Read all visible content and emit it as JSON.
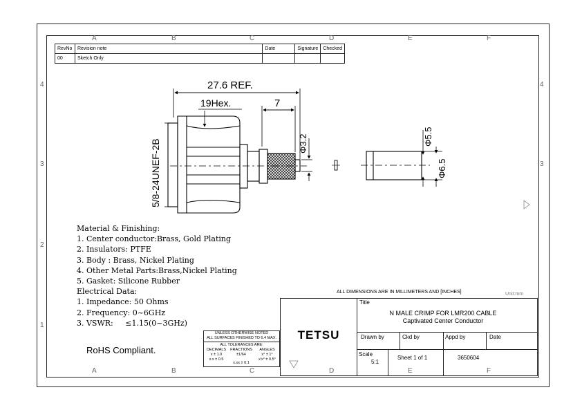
{
  "zones": {
    "top": [
      "A",
      "B",
      "C",
      "D",
      "E",
      "F"
    ],
    "bottom": [
      "A",
      "B",
      "C",
      "D",
      "E",
      "F"
    ],
    "left": [
      "4",
      "3",
      "2",
      "1"
    ],
    "right": [
      "4",
      "3"
    ]
  },
  "revision_table": {
    "headers": [
      "RevNo",
      "Revision note",
      "Date",
      "Signature",
      "Checked"
    ],
    "rows": [
      [
        "00",
        "Sketch Only",
        "",
        "",
        ""
      ]
    ]
  },
  "dimensions": {
    "overall": "27.6 REF.",
    "hex": "19Hex.",
    "crimp_length": "7",
    "pin_dia": "Φ3.2",
    "thread": "5/8-24UNEF-2B",
    "ferrule_outer": "Φ6.5",
    "ferrule_inner": "Φ5.5"
  },
  "notes": [
    "Material & Finishing:",
    "1. Center conductor:Brass, Gold Plating",
    "2. Insulators: PTFE",
    "3. Body : Brass, Nickel Plating",
    "4. Other Metal Parts:Brass,Nickel Plating",
    "5. Gasket: Silicone Rubber",
    "Electrical Data:",
    "1. Impedance: 50 Ohms",
    "2. Frequency: 0~6GHz",
    "3. VSWR:     ≤1.15(0~3GHz)"
  ],
  "rohs": "RoHS Compliant.",
  "dim_note": "ALL DIMENSIONS ARE IN MILLIMETERS AND [INCHES]",
  "unit_note": "Unit:mm",
  "tolerance": {
    "line1": "UNLESS OTHERWISE NOTED",
    "line2": "ALL SURFACES FINISHED TO 6.4 MAX.",
    "line3": "ALL TOLERANCES ARE:",
    "col1_head": "DECIMALS",
    "col1_a": "x  ± 1.0",
    "col1_b": "x.x  ± 0.5",
    "col2_head": "FRACTIONS",
    "col2_a": "±1/64",
    "col2_b": "x.xx  ± 0.1",
    "col3_head": "ANGLES",
    "col3_a": "x°  ± 1°",
    "col3_b": "x'x°  ± 0.5°"
  },
  "title_block": {
    "company": "TETSU",
    "title_label": "Title",
    "title_line1": "N  MALE  CRIMP  FOR  LMR200  CABLE",
    "title_line2": "Captivated  Center  Conductor",
    "drawn_by": "Drawn by",
    "ckd_by": "Ckd by",
    "appd_by": "Appd by",
    "date": "Date",
    "scale_label": "Scale",
    "scale_value": "5:1",
    "sheet": "Sheet 1 of 1",
    "part_no": "3650604"
  }
}
